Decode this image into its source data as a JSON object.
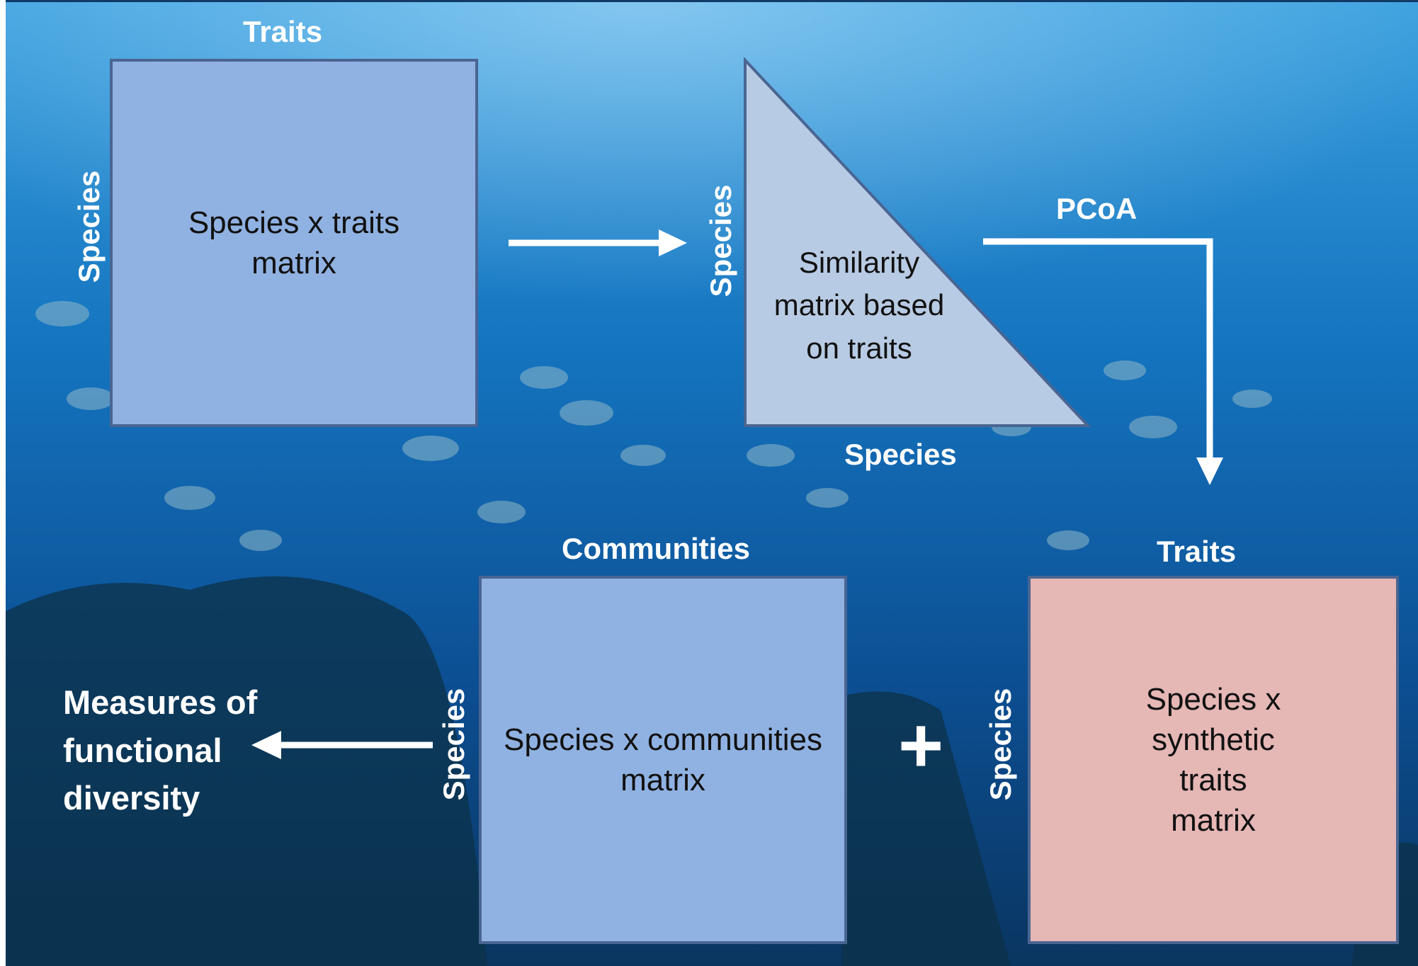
{
  "background": {
    "water_top": "#2f8fd0",
    "water_mid": "#0f5fa8",
    "water_deep": "#083a74",
    "reef": "#1c3a4a"
  },
  "colors": {
    "blue_box": "#90b2e2",
    "triangle": "#b8cbe4",
    "pink_box": "#e5b7b5",
    "border": "#4a6592",
    "arrow": "#ffffff"
  },
  "matrix1": {
    "top_label": "Traits",
    "side_label": "Species",
    "text": "Species x traits\nmatrix"
  },
  "similarity": {
    "side_label": "Species",
    "bottom_label": "Species",
    "text": "Similarity\nmatrix based\non traits"
  },
  "pcoa": {
    "label": "PCoA"
  },
  "synthetic": {
    "top_label": "Traits",
    "side_label": "Species",
    "text": "Species x\nsynthetic\ntraits\nmatrix"
  },
  "communities": {
    "top_label": "Communities",
    "side_label": "Species",
    "text": "Species x communities\nmatrix"
  },
  "plus": "+",
  "measures": "Measures of\nfunctional\ndiversity"
}
